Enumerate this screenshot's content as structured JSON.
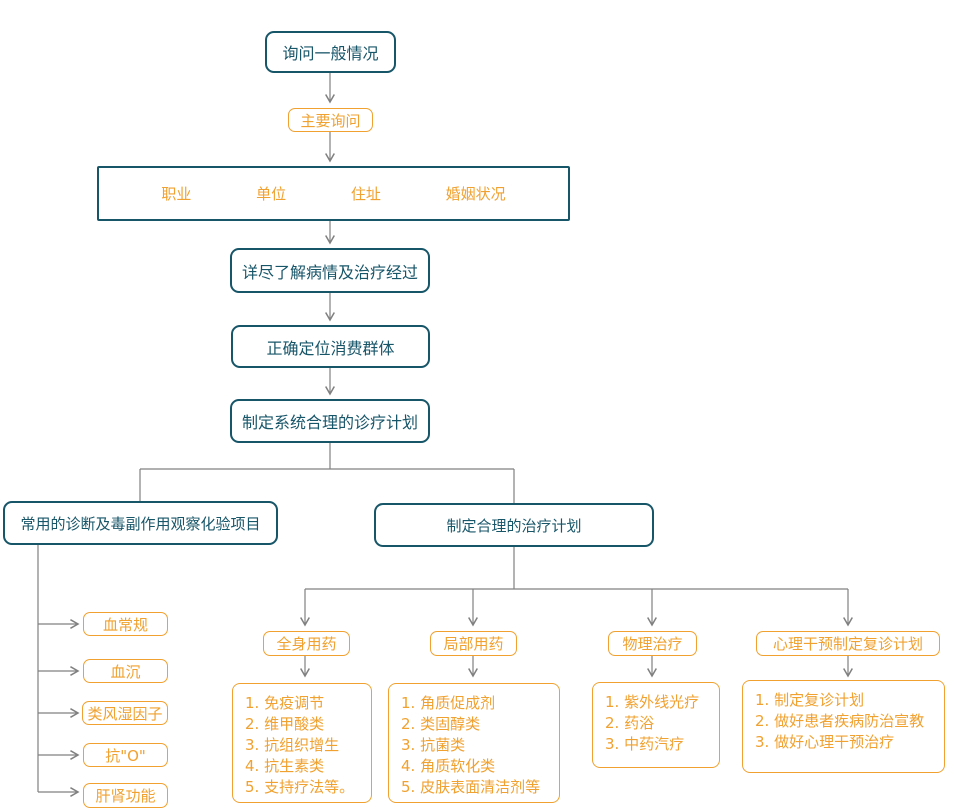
{
  "colors": {
    "teal": "#175569",
    "orange": "#f0a12f",
    "line": "#808080"
  },
  "flow": {
    "start": "询问一般情况",
    "main_ask": "主要询问",
    "info_items": [
      "职业",
      "单位",
      "住址",
      "婚姻状况"
    ],
    "step_detail": "详尽了解病情及治疗经过",
    "step_position": "正确定位消费群体",
    "step_plan": "制定系统合理的诊疗计划",
    "left_branch": {
      "title": "常用的诊断及毒副作用观察化验项目",
      "tests": [
        "血常规",
        "血沉",
        "类风湿因子",
        "抗\"O\"",
        "肝肾功能"
      ]
    },
    "right_branch": {
      "title": "制定合理的治疗计划",
      "categories": [
        {
          "label": "全身用药",
          "items": [
            "1. 免疫调节",
            "2. 维甲酸类",
            "3. 抗组织增生",
            "4. 抗生素类",
            "5. 支持疗法等。"
          ]
        },
        {
          "label": "局部用药",
          "items": [
            "1. 角质促成剂",
            "2. 类固醇类",
            "3. 抗菌类",
            "4. 角质软化类",
            "5. 皮肤表面清洁剂等"
          ]
        },
        {
          "label": "物理治疗",
          "items": [
            "1. 紫外线光疗",
            "2. 药浴",
            "3. 中药汽疗"
          ]
        },
        {
          "label": "心理干预制定复诊计划",
          "items": [
            "1. 制定复诊计划",
            "2. 做好患者疾病防治宣教",
            "3. 做好心理干预治疗"
          ]
        }
      ]
    }
  }
}
